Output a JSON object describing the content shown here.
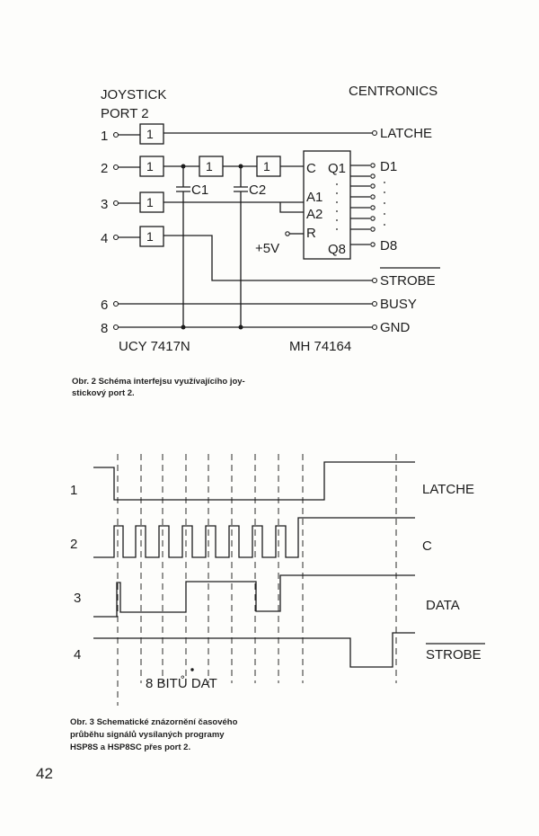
{
  "figure2": {
    "joystick_label_line1": "JOYSTICK",
    "joystick_label_line2": "PORT  2",
    "centronics_label": "CENTRONICS",
    "port_pins": [
      "1",
      "2",
      "3",
      "4",
      "6",
      "8"
    ],
    "gate_label": "1",
    "capacitors": [
      "C1",
      "C2"
    ],
    "chip_pins": {
      "c": "C",
      "q1": "Q1",
      "a1": "A1",
      "a2": "A2",
      "r": "R",
      "q8": "Q8"
    },
    "supply_label": "+5V",
    "outputs": {
      "latche": "LATCHE",
      "d1": "D1",
      "d8": "D8",
      "strobe": "STROBE",
      "busy": "BUSY",
      "gnd": "GND"
    },
    "ic_left": "UCY 7417N",
    "ic_right": "MH 74164",
    "caption": "Obr. 2 Schéma interfejsu využívajícího joy-stickový port 2."
  },
  "figure3": {
    "rows": [
      {
        "num": "1",
        "name": "LATCHE"
      },
      {
        "num": "2",
        "name": "C"
      },
      {
        "num": "3",
        "name": "DATA"
      },
      {
        "num": "4",
        "name": "STROBE"
      }
    ],
    "bits_label": "8 BITŮ  DAT",
    "caption": "Obr. 3 Schematické znázornění časového průběhu signálů vysílaných programy HSP8S a HSP8SC přes port 2."
  },
  "page_number": "42"
}
